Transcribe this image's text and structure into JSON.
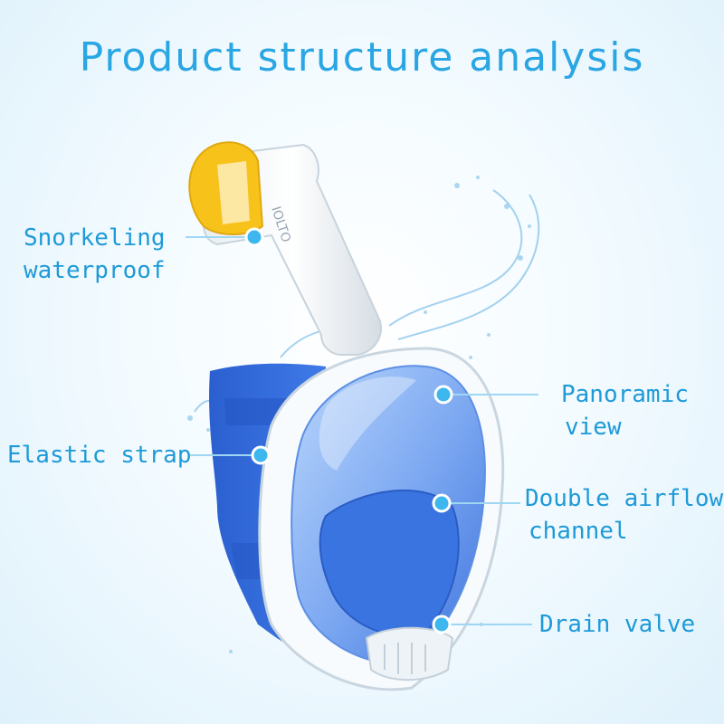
{
  "title": "Product structure analysis",
  "labels": {
    "snorkel": {
      "line1": "Snorkeling",
      "line2": "waterproof"
    },
    "strap": {
      "line1": "Elastic strap"
    },
    "panoramic": {
      "line1": "Panoramic",
      "line2": "view"
    },
    "airflow": {
      "line1": "Double airflow",
      "line2": "channel"
    },
    "drain": {
      "line1": "Drain valve"
    }
  },
  "product_marking": "IOLTO",
  "colors": {
    "label": "#1e9ad8",
    "title": "#29a6e3",
    "mask_blue": "#2f6fe0",
    "frame_white": "#f7fbfe",
    "snorkel_cap": "#f7c21a",
    "callout_dot": "#3db7ee"
  }
}
